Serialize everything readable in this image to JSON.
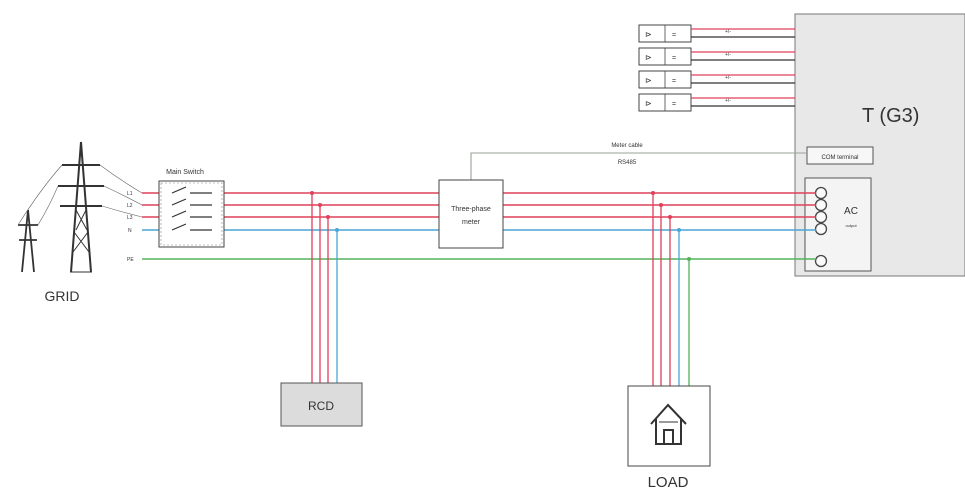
{
  "grid": {
    "label": "GRID",
    "line_labels": [
      "L1",
      "L2",
      "L3",
      "N",
      "PE"
    ]
  },
  "main_switch": {
    "label": "Main Switch"
  },
  "meter": {
    "line1": "Three-phase",
    "line2": "meter"
  },
  "rcd": {
    "label": "RCD"
  },
  "load": {
    "label": "LOAD"
  },
  "inverter": {
    "title": "T (G3)",
    "comm_port_label": "COM terminal",
    "ac_label": "AC",
    "ac_sub_label": "output"
  },
  "comm_line": {
    "line1": "Meter cable",
    "line2": "RS485"
  },
  "pv_strings": {
    "count": 4,
    "marker": "+/-"
  },
  "colors": {
    "phase_line": "#e0405a",
    "neutral_line": "#4aa6d6",
    "ground_line": "#55b25a",
    "comm_line": "#9aa39a",
    "box_border": "#444444",
    "inverter_fill": "#e8e8e8",
    "rcd_fill": "#dcdcdc"
  }
}
